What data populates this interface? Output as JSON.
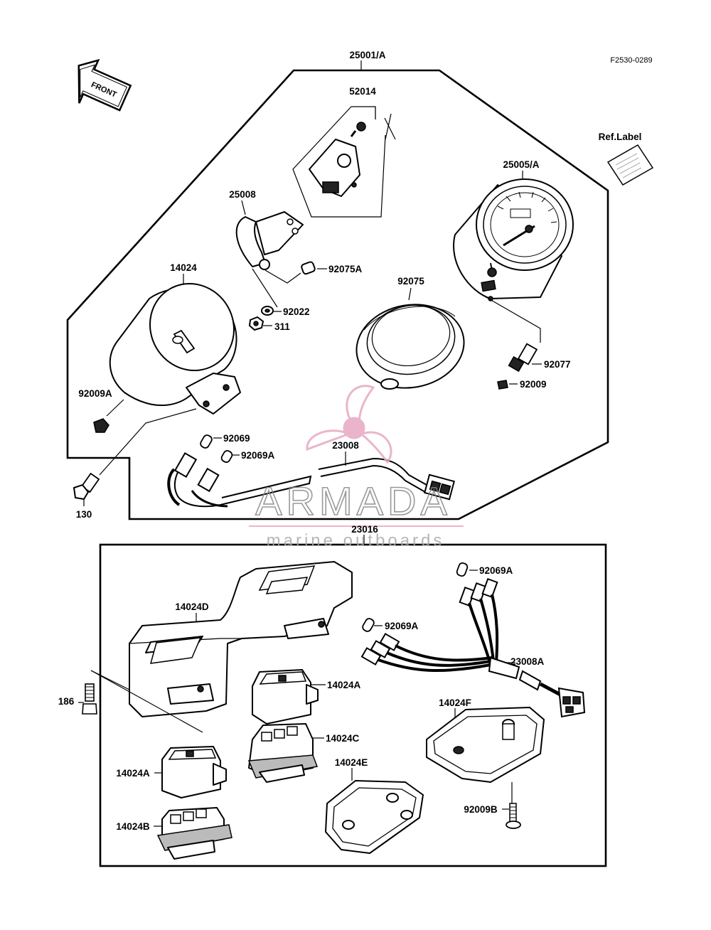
{
  "figure_code": "F2530-0289",
  "front_arrow": "FRONT",
  "ref_label": "Ref.Label",
  "watermark": {
    "brand": "ARMADA",
    "tagline": "marine outboards",
    "color": "#e7a9c3"
  },
  "upper_assembly": {
    "main_part": "25001/A",
    "labels": {
      "p52014": "52014",
      "p25008": "25008",
      "p14024": "14024",
      "p92075A": "92075A",
      "p92075": "92075",
      "p92022": "92022",
      "p311": "311",
      "p25005A": "25005/A",
      "p92077": "92077",
      "p92009": "92009",
      "p92009A": "92009A",
      "p92069": "92069",
      "p92069A": "92069A",
      "p23008": "23008",
      "p130": "130"
    }
  },
  "lower_assembly": {
    "main_part": "23016",
    "labels": {
      "p14024D": "14024D",
      "p92069A_top": "92069A",
      "p92069A_mid": "92069A",
      "p23008A": "23008A",
      "p186": "186",
      "p14024A_right": "14024A",
      "p14024F": "14024F",
      "p14024C": "14024C",
      "p14024E": "14024E",
      "p14024A_left": "14024A",
      "p14024B": "14024B",
      "p92009B": "92009B"
    }
  }
}
